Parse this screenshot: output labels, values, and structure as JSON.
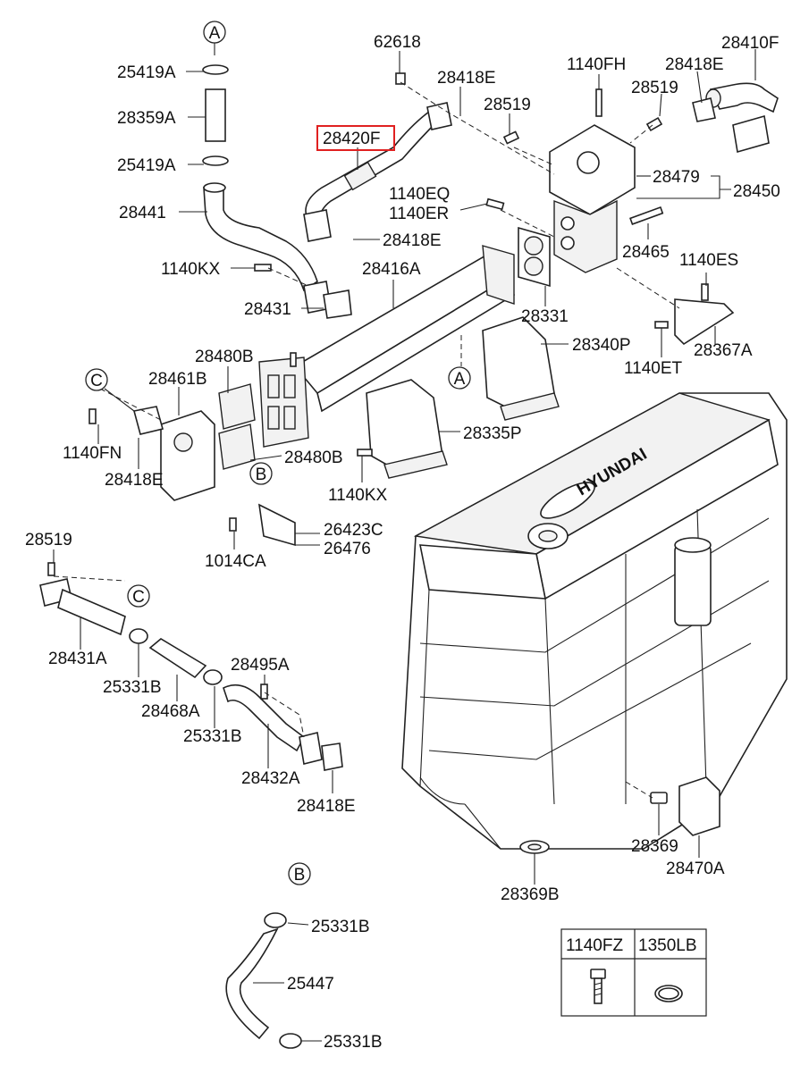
{
  "highlight_color": "#e02020",
  "highlighted_part": "28420F",
  "labels": {
    "l_25419A_top": "25419A",
    "l_28359A": "28359A",
    "l_25419A_bot": "25419A",
    "l_28441": "28441",
    "l_62618": "62618",
    "l_28418E_1": "28418E",
    "l_28519_1": "28519",
    "l_28420F": "28420F",
    "l_1140FH": "1140FH",
    "l_28418E_2": "28418E",
    "l_28410F": "28410F",
    "l_28519_2": "28519",
    "l_28479": "28479",
    "l_28450": "28450",
    "l_1140EQ": "1140EQ",
    "l_1140ER": "1140ER",
    "l_28418E_3": "28418E",
    "l_28465": "28465",
    "l_1140ES": "1140ES",
    "l_1140KX_1": "1140KX",
    "l_28416A": "28416A",
    "l_28431": "28431",
    "l_28331": "28331",
    "l_28367A": "28367A",
    "l_28340P": "28340P",
    "l_1140ET": "1140ET",
    "l_28480B_1": "28480B",
    "l_28461B": "28461B",
    "l_1140FN": "1140FN",
    "l_28418E_4": "28418E",
    "l_28480B_2": "28480B",
    "l_28335P": "28335P",
    "l_1140KX_2": "1140KX",
    "l_26423C": "26423C",
    "l_26476": "26476",
    "l_1014CA": "1014CA",
    "l_28519_3": "28519",
    "l_28431A": "28431A",
    "l_25331B_1": "25331B",
    "l_28468A": "28468A",
    "l_28495A": "28495A",
    "l_25331B_2": "25331B",
    "l_28432A": "28432A",
    "l_28418E_5": "28418E",
    "l_28369": "28369",
    "l_28470A": "28470A",
    "l_28369B": "28369B",
    "l_25331B_3": "25331B",
    "l_25447": "25447",
    "l_25331B_4": "25331B"
  },
  "circle_refs": {
    "ref_A_top": "A",
    "ref_A_mid": "A",
    "ref_B_mid": "B",
    "ref_B_bot": "B",
    "ref_C_mid": "C",
    "ref_C_low": "C"
  },
  "engine_brand": "HYUNDAI",
  "legend_table": {
    "col1_code": "1140FZ",
    "col2_code": "1350LB",
    "col1_icon": "bolt-icon",
    "col2_icon": "o-ring-icon"
  }
}
